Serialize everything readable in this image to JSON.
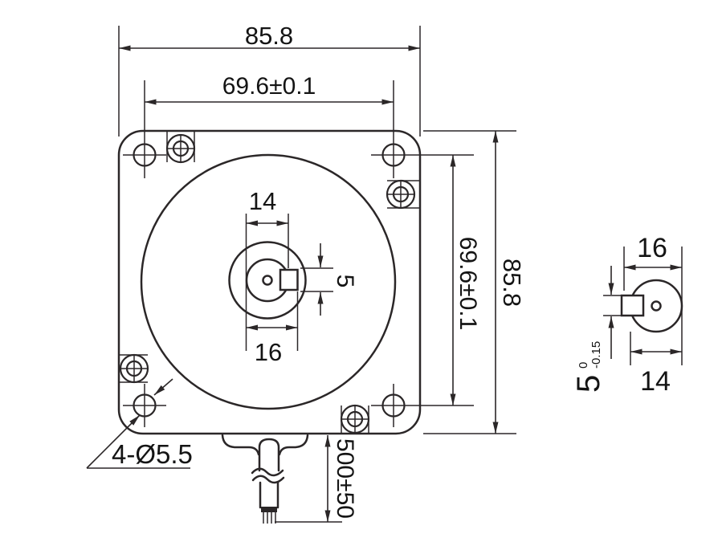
{
  "front_view": {
    "overall_width": "85.8",
    "hole_spacing_horizontal": "69.6±0.1",
    "hole_spacing_vertical": "69.6±0.1",
    "overall_height": "85.8",
    "shaft_diameter": "14",
    "shaft_boss_width": "16",
    "key_width": "5",
    "mounting_holes": "4-Ø5.5",
    "cable_length": "500±50"
  },
  "side_view": {
    "overall_width": "16",
    "shaft_diameter": "14",
    "key_dim": "5",
    "key_tolerance_upper": "0",
    "key_tolerance_lower": "-0.15"
  },
  "colors": {
    "line": "#2b2728",
    "text": "#141414",
    "background": "#ffffff"
  }
}
